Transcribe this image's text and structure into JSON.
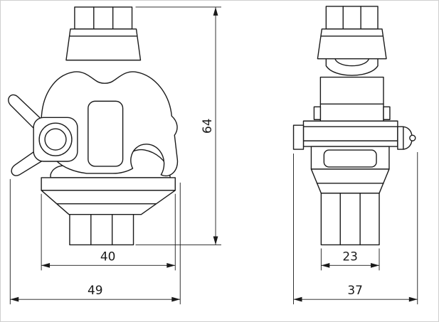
{
  "dimensions": {
    "front_height": "64",
    "front_body_width": "40",
    "front_total_width": "49",
    "side_body_width": "23",
    "side_total_width": "37"
  },
  "colors": {
    "line": "#1a1a1a",
    "background": "#ffffff"
  }
}
